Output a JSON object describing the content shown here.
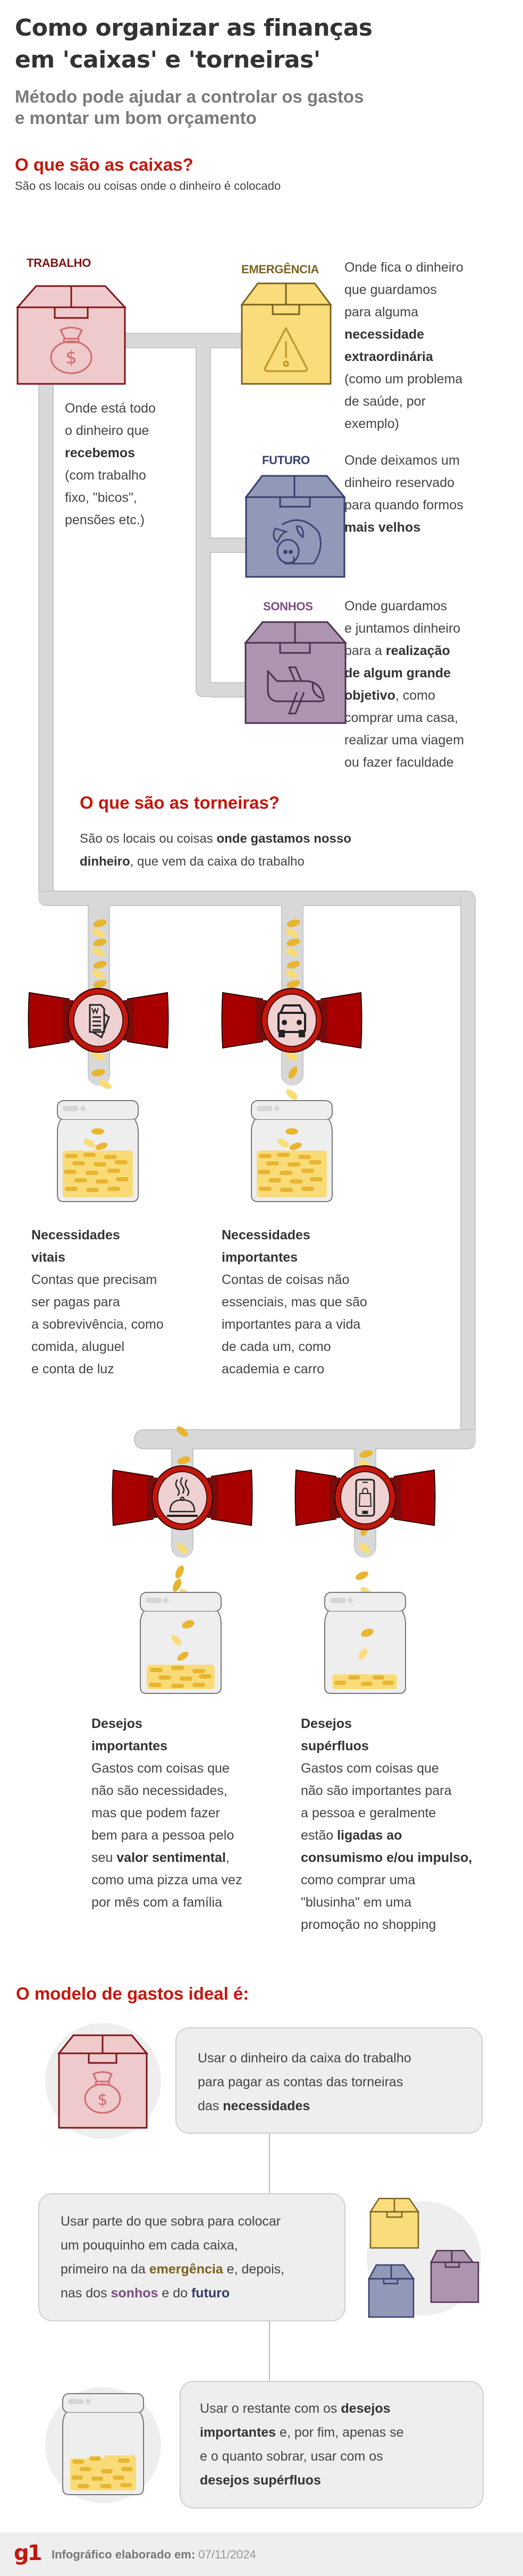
{
  "header": {
    "title_line1": "Como organizar as finanças",
    "title_line2": "em 'caixas' e 'torneiras'",
    "subtitle_line1": "Método pode ajudar a controlar os gastos",
    "subtitle_line2": "e montar um bom orçamento"
  },
  "boxes_section": {
    "heading": "O que são as caixas?",
    "lead": "São os locais ou coisas onde o dinheiro é colocado",
    "boxes": [
      {
        "label": "TRABALHO",
        "icon": "money-bag-icon",
        "color_fill": "#EFCACC",
        "color_stroke": "#7F1417",
        "desc_lines": [
          "Onde está todo",
          "o dinheiro que",
          "recebemos",
          "(com trabalho",
          "fixo, \"bicos\",",
          "pensões etc.)"
        ],
        "desc_bold": [
          "recebemos"
        ]
      },
      {
        "label": "EMERGÊNCIA",
        "icon": "warning-icon",
        "color_fill": "#FBDC7B",
        "color_stroke": "#7A6221",
        "desc_lines": [
          "Onde fica o dinheiro",
          "que guardamos",
          "para alguma",
          "necessidade",
          "extraordinária",
          "(como um problema",
          "de saúde, por",
          "exemplo)"
        ],
        "desc_bold": [
          "necessidade",
          "extraordinária"
        ]
      },
      {
        "label": "FUTURO",
        "icon": "piggy-bank-icon",
        "color_fill": "#9298B8",
        "color_stroke": "#353E6B",
        "desc_lines": [
          "Onde deixamos um",
          "dinheiro reservado",
          "para quando formos",
          "mais velhos"
        ],
        "desc_bold": [
          "mais velhos"
        ]
      },
      {
        "label": "SONHOS",
        "icon": "airplane-icon",
        "color_fill": "#AD94AF",
        "color_stroke": "#4A3150",
        "desc_lines": [
          "Onde guardamos",
          "e juntamos dinheiro",
          "para a realização",
          "de algum grande",
          "objetivo, como",
          "comprar uma casa,",
          "realizar uma viagem",
          "ou fazer faculdade"
        ],
        "desc_bold": [
          "realização",
          "de algum grande",
          "objetivo"
        ]
      }
    ]
  },
  "taps_section": {
    "heading": "O que são as torneiras?",
    "lead_line1_plain": "São os locais ou coisas ",
    "lead_line1_bold": "onde gastamos nosso",
    "lead_line2_bold": "dinheiro",
    "lead_line2_plain": ", que vem da caixa do trabalho",
    "taps": [
      {
        "icon": "document-icon",
        "title_lines": [
          "Necessidades",
          "vitais"
        ],
        "desc_lines": [
          "Contas que precisam",
          "ser pagas para",
          "a sobrevivência, como",
          "comida, aluguel",
          "e conta de luz"
        ]
      },
      {
        "icon": "car-icon",
        "title_lines": [
          "Necessidades",
          "importantes"
        ],
        "desc_lines": [
          "Contas de coisas não",
          "essenciais, mas que são",
          "importantes para a vida",
          "de cada um, como",
          "academia e carro"
        ]
      },
      {
        "icon": "food-cloche-icon",
        "title_lines": [
          "Desejos",
          "importantes"
        ],
        "desc_lines": [
          "Gastos com coisas que",
          "não são necessidades,",
          "mas que podem fazer",
          "bem para a pessoa pelo",
          "seu valor sentimental,",
          "como uma pizza uma vez",
          "por mês com a família"
        ]
      },
      {
        "icon": "phone-shopping-icon",
        "title_lines": [
          "Desejos",
          "supérfluos"
        ],
        "desc_lines": [
          "Gastos com coisas que",
          "não são importantes para",
          "a pessoa e geralmente",
          "estão ligadas ao",
          "consumismo e/ou impulso,",
          "como comprar uma",
          "\"blusinha\" em uma",
          "promoção no shopping"
        ]
      }
    ]
  },
  "model_section": {
    "heading": "O modelo de gastos ideal é:",
    "steps": [
      {
        "icon": "work-box-icon",
        "lines": [
          "Usar o dinheiro da caixa do trabalho",
          "para pagar as contas das torneiras",
          "das |necessidades|"
        ]
      },
      {
        "icon": "savings-boxes-icon",
        "lines": [
          "Usar parte do que sobra para colocar",
          "um pouquinho em cada caixa,",
          "primeiro na da |emergência| e, depois,",
          "nas dos |sonhos| e do |futuro|"
        ]
      },
      {
        "icon": "coin-jar-icon",
        "lines": [
          "Usar o restante com os |desejos|",
          "|importantes| e, por fim, apenas se",
          "e o quanto sobrar, usar com os",
          "|desejos supérfluos|"
        ]
      }
    ]
  },
  "footer": {
    "logo": "g1",
    "label": "Infográfico elaborado em:",
    "date": "07/11/2024"
  },
  "colors": {
    "brand_red": "#C4170C",
    "text_dark": "#333333",
    "text_gray": "#7a7a7a",
    "pipe": "#d8d8d8",
    "coin_dark": "#E8B531",
    "coin_light": "#F9DC78",
    "valve_red": "#A80000",
    "emergencia": "#7A6221",
    "sonhos": "#7A4E80",
    "futuro": "#353E6B"
  }
}
